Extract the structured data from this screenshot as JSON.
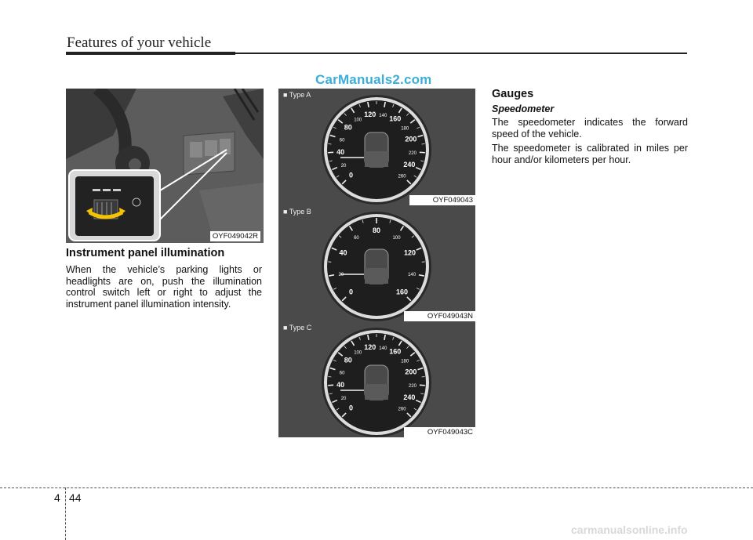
{
  "header": {
    "title": "Features of your vehicle"
  },
  "watermarks": {
    "top": "CarManuals2.com",
    "bottom": "carmanualsonline.info"
  },
  "figures": {
    "switch": {
      "code": "OYF049042R"
    },
    "gauges": [
      {
        "type_label": "■ Type A",
        "code": "OYF049043",
        "labels": [
          "0",
          "20",
          "40",
          "60",
          "80",
          "100",
          "120",
          "140",
          "160",
          "180",
          "200",
          "220",
          "240",
          "260"
        ]
      },
      {
        "type_label": "■ Type B",
        "code": "OYF049043N",
        "labels": [
          "0",
          "20",
          "40",
          "60",
          "80",
          "100",
          "120",
          "140",
          "160"
        ]
      },
      {
        "type_label": "■ Type C",
        "code": "OYF049043C",
        "labels": [
          "0",
          "20",
          "40",
          "60",
          "80",
          "100",
          "120",
          "140",
          "160",
          "180",
          "200",
          "220",
          "240",
          "260"
        ]
      }
    ]
  },
  "left_column": {
    "heading": "Instrument panel illumination",
    "text": "When the vehicle’s parking lights or headlights are on, push the illumination control switch left or right to adjust the instrument panel illumination intensity."
  },
  "right_column": {
    "heading": "Gauges",
    "subheading": "Speedometer",
    "para1": "The speedometer indicates the forward speed of the vehicle.",
    "para2": "The speedometer is calibrated in miles per hour and/or kilometers per hour."
  },
  "footer": {
    "chapter": "4",
    "page": "44"
  }
}
